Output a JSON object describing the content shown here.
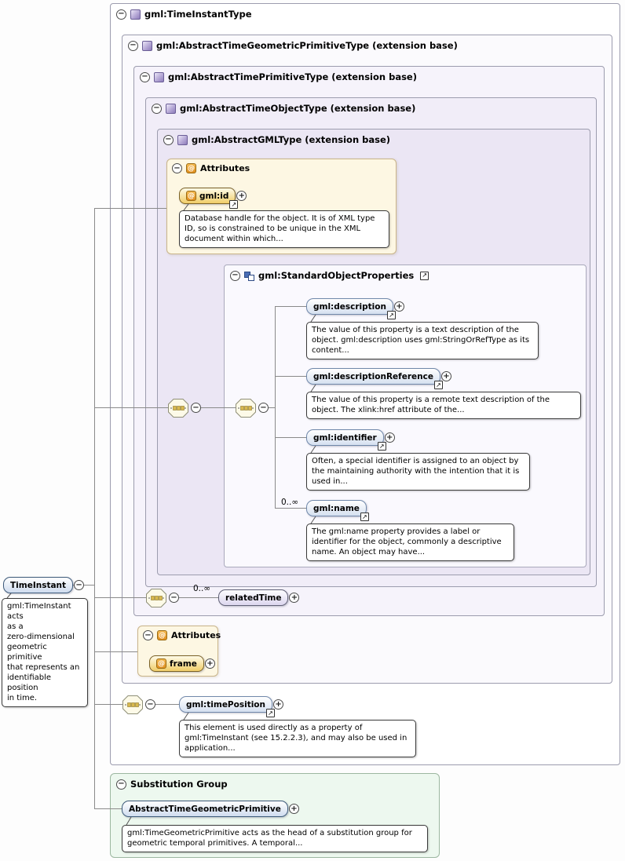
{
  "icons": {
    "minus": "−",
    "plus": "+",
    "at": "@",
    "link_arrow": "↗"
  },
  "colors": {
    "type_box_tint": "#ebe6f4",
    "attributes_fill": "#fdf7e3",
    "attribute_badge": "#e8a33d",
    "element_fill": "#d5e0f0",
    "gold_fill": "#f0cd68",
    "substitution_fill": "#edf8ef"
  },
  "types": {
    "timeInstantType": "gml:TimeInstantType",
    "abstractTimeGeometricPrimitiveType": "gml:AbstractTimeGeometricPrimitiveType (extension base)",
    "abstractTimePrimitiveType": "gml:AbstractTimePrimitiveType (extension base)",
    "abstractTimeObjectType": "gml:AbstractTimeObjectType (extension base)",
    "abstractGMLType": "gml:AbstractGMLType (extension base)"
  },
  "gml_attributes": {
    "title": "Attributes",
    "id": {
      "name": "gml:id",
      "doc": "Database handle for the object. It is of XML type ID, so is constrained to be unique in the XML document within which..."
    }
  },
  "sop": {
    "title": "gml:StandardObjectProperties",
    "elements": [
      {
        "name": "gml:description",
        "doc": "The value of this property is a text description of the object. gml:description uses gml:StringOrRefType as its content..."
      },
      {
        "name": "gml:descriptionReference",
        "doc": "The value of this property is a remote text description of the object. The xlink:href attribute of the..."
      },
      {
        "name": "gml:identifier",
        "doc": "Often, a special identifier is assigned to an object by the maintaining authority with the intention that it is used in..."
      },
      {
        "name": "gml:name",
        "cardinality": "0..∞",
        "doc": "The gml:name property provides a label or identifier for the object, commonly a descriptive name. An object may have..."
      }
    ]
  },
  "root_element": {
    "name": "TimeInstant",
    "doc": "gml:TimeInstant acts\nas a\nzero-dimensional\ngeometric primitive\nthat represents an\nidentifiable position\nin time."
  },
  "related_time": {
    "cardinality": "0..∞",
    "name": "relatedTime"
  },
  "frame_attributes": {
    "title": "Attributes",
    "name": "frame"
  },
  "time_position": {
    "name": "gml:timePosition",
    "doc": "This element is used directly as a property of gml:TimeInstant (see 15.2.2.3), and may also be used in application..."
  },
  "substitution_group": {
    "title": "Substitution Group",
    "element": "AbstractTimeGeometricPrimitive",
    "doc": "gml:TimeGeometricPrimitive acts as the head of a substitution group for geometric temporal primitives. A temporal..."
  }
}
